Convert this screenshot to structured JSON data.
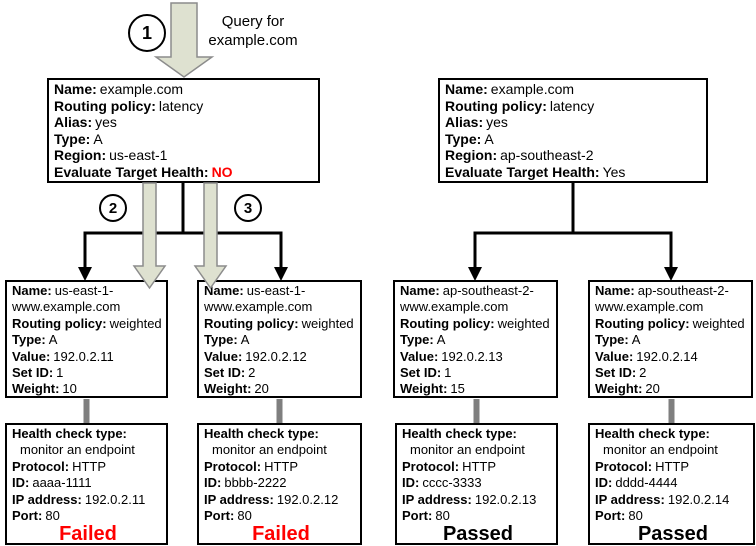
{
  "steps": {
    "step1": "1",
    "step2": "2",
    "step3": "3"
  },
  "query_label": {
    "line1": "Query for",
    "line2": "example.com"
  },
  "latency_records": [
    {
      "fields": [
        {
          "label": "Name:",
          "value": "example.com"
        },
        {
          "label": "Routing policy:",
          "value": "latency"
        },
        {
          "label": "Alias:",
          "value": "yes"
        },
        {
          "label": "Type:",
          "value": "A"
        },
        {
          "label": "Region:",
          "value": "us-east-1"
        },
        {
          "label": "Evaluate Target Health:",
          "value": "NO"
        }
      ]
    },
    {
      "fields": [
        {
          "label": "Name:",
          "value": "example.com"
        },
        {
          "label": "Routing policy:",
          "value": "latency"
        },
        {
          "label": "Alias:",
          "value": "yes"
        },
        {
          "label": "Type:",
          "value": "A"
        },
        {
          "label": "Region:",
          "value": "ap-southeast-2"
        },
        {
          "label": "Evaluate Target Health:",
          "value": "Yes"
        }
      ]
    }
  ],
  "weighted_records": [
    {
      "fields": [
        {
          "label": "Name:",
          "value": "us-east-1-www.example.com"
        },
        {
          "label": "Routing policy:",
          "value": "weighted"
        },
        {
          "label": "Type:",
          "value": "A"
        },
        {
          "label": "Value:",
          "value": "192.0.2.11"
        },
        {
          "label": "Set ID:",
          "value": "1"
        },
        {
          "label": "Weight:",
          "value": "10"
        }
      ]
    },
    {
      "fields": [
        {
          "label": "Name:",
          "value": "us-east-1-www.example.com"
        },
        {
          "label": "Routing policy:",
          "value": "weighted"
        },
        {
          "label": "Type:",
          "value": "A"
        },
        {
          "label": "Value:",
          "value": "192.0.2.12"
        },
        {
          "label": "Set ID:",
          "value": "2"
        },
        {
          "label": "Weight:",
          "value": "20"
        }
      ]
    },
    {
      "fields": [
        {
          "label": "Name:",
          "value": "ap-southeast-2-www.example.com"
        },
        {
          "label": "Routing policy:",
          "value": "weighted"
        },
        {
          "label": "Type:",
          "value": "A"
        },
        {
          "label": "Value:",
          "value": "192.0.2.13"
        },
        {
          "label": "Set ID:",
          "value": "1"
        },
        {
          "label": "Weight:",
          "value": "15"
        }
      ]
    },
    {
      "fields": [
        {
          "label": "Name:",
          "value": "ap-southeast-2-www.example.com"
        },
        {
          "label": "Routing policy:",
          "value": "weighted"
        },
        {
          "label": "Type:",
          "value": "A"
        },
        {
          "label": "Value:",
          "value": "192.0.2.14"
        },
        {
          "label": "Set ID:",
          "value": "2"
        },
        {
          "label": "Weight:",
          "value": "20"
        }
      ]
    }
  ],
  "health_checks": [
    {
      "fields": [
        {
          "label": "Health check type:",
          "value": "monitor an endpoint"
        },
        {
          "label": "Protocol:",
          "value": "HTTP"
        },
        {
          "label": "ID:",
          "value": "aaaa-1111"
        },
        {
          "label": "IP address:",
          "value": "192.0.2.11"
        },
        {
          "label": "Port:",
          "value": "80"
        }
      ],
      "result": "Failed"
    },
    {
      "fields": [
        {
          "label": "Health check type:",
          "value": "monitor an endpoint"
        },
        {
          "label": "Protocol:",
          "value": "HTTP"
        },
        {
          "label": "ID:",
          "value": "bbbb-2222"
        },
        {
          "label": "IP address:",
          "value": "192.0.2.12"
        },
        {
          "label": "Port:",
          "value": "80"
        }
      ],
      "result": "Failed"
    },
    {
      "fields": [
        {
          "label": "Health check type:",
          "value": "monitor an endpoint"
        },
        {
          "label": "Protocol:",
          "value": "HTTP"
        },
        {
          "label": "ID:",
          "value": "cccc-3333"
        },
        {
          "label": "IP address:",
          "value": "192.0.2.13"
        },
        {
          "label": "Port:",
          "value": "80"
        }
      ],
      "result": "Passed"
    },
    {
      "fields": [
        {
          "label": "Health check type:",
          "value": "monitor an endpoint"
        },
        {
          "label": "Protocol:",
          "value": "HTTP"
        },
        {
          "label": "ID:",
          "value": "dddd-4444"
        },
        {
          "label": "IP address:",
          "value": "192.0.2.14"
        },
        {
          "label": "Port:",
          "value": "80"
        }
      ],
      "result": "Passed"
    }
  ],
  "colors": {
    "alert_red": "#ff0000",
    "arrow_fill": "#dee1d0",
    "arrow_outline": "#8c8c8c",
    "connector_gray": "#7f7f7f",
    "line_black": "#000000",
    "background": "#ffffff"
  }
}
